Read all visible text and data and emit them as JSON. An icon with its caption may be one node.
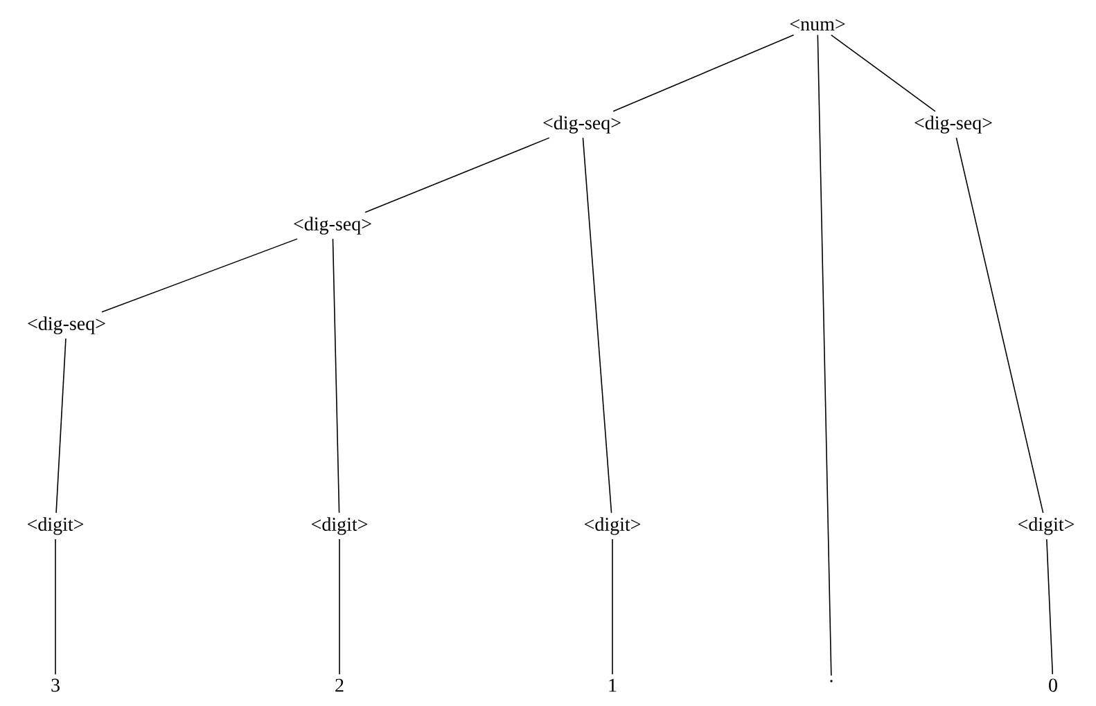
{
  "diagram": {
    "nodes": [
      {
        "text": [
          "<num>"
        ]
      },
      {
        "text": [
          "<dig-seq>"
        ]
      },
      {
        "text": [
          "<dig-seq>"
        ]
      },
      {
        "text": [
          "<dig-seq>"
        ]
      },
      {
        "text": [
          "<dig-seq>"
        ]
      },
      {
        "text": [
          "<digit>"
        ]
      },
      {
        "text": [
          "<digit>"
        ]
      },
      {
        "text": [
          "<digit>"
        ]
      },
      {
        "text": [
          "<digit>"
        ]
      },
      {
        "text": [
          "3"
        ]
      },
      {
        "text": [
          "2"
        ]
      },
      {
        "text": [
          "1"
        ]
      },
      {
        "text": [
          "."
        ]
      },
      {
        "text": [
          "0"
        ]
      }
    ],
    "edges": [
      {
        "from": 0,
        "to": 1,
        "arrow": "none"
      },
      {
        "from": 0,
        "to": 12,
        "arrow": "none"
      },
      {
        "from": 0,
        "to": 2,
        "arrow": "none"
      },
      {
        "from": 1,
        "to": 3,
        "arrow": "none"
      },
      {
        "from": 1,
        "to": 7,
        "arrow": "none"
      },
      {
        "from": 3,
        "to": 4,
        "arrow": "none"
      },
      {
        "from": 3,
        "to": 6,
        "arrow": "none"
      },
      {
        "from": 4,
        "to": 5,
        "arrow": "none"
      },
      {
        "from": 2,
        "to": 8,
        "arrow": "none"
      },
      {
        "from": 5,
        "to": 9,
        "arrow": "none"
      },
      {
        "from": 6,
        "to": 10,
        "arrow": "none"
      },
      {
        "from": 7,
        "to": 11,
        "arrow": "none"
      },
      {
        "from": 8,
        "to": 13,
        "arrow": "none"
      }
    ]
  }
}
